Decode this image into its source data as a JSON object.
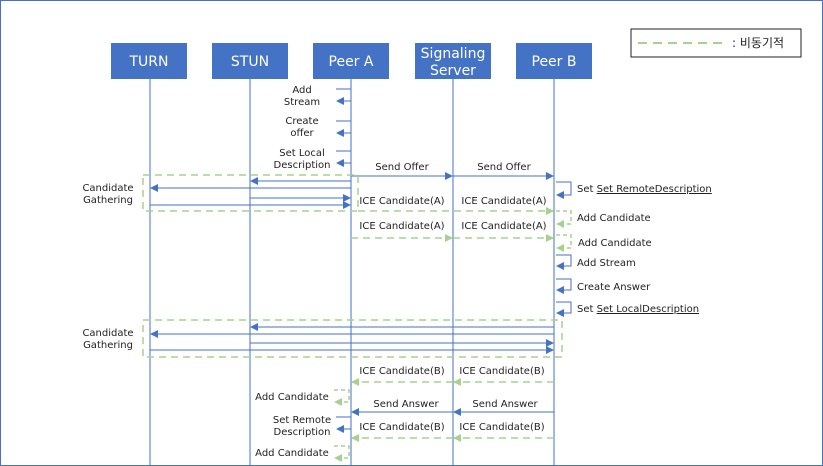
{
  "participants": [
    {
      "id": "turn",
      "label": "TURN"
    },
    {
      "id": "stun",
      "label": "STUN"
    },
    {
      "id": "peer_a",
      "label": "Peer A"
    },
    {
      "id": "signaling",
      "label_lines": [
        "Signaling",
        "Server"
      ]
    },
    {
      "id": "peer_b",
      "label": "Peer B"
    }
  ],
  "legend": {
    "label": ": 비동기적"
  },
  "colors": {
    "header": "#4472c4",
    "arrow": "#4472c4",
    "async": "#a9d18e",
    "frame": "#4472c4"
  },
  "peer_a_self": {
    "add_stream": [
      "Add",
      "Stream"
    ],
    "create_offer": [
      "Create",
      "offer"
    ],
    "set_local": [
      "Set Local",
      "Description"
    ],
    "add_candidate_1": "Add Candidate",
    "set_remote": [
      "Set Remote",
      "Description"
    ],
    "add_candidate_2": "Add Candidate"
  },
  "peer_b_self": {
    "set_remote": "Set RemoteDescription",
    "add_candidate_1": "Add Candidate",
    "add_candidate_2": "Add Candidate",
    "add_stream": "Add Stream",
    "create_answer": "Create Answer",
    "set_local": "Set LocalDescription"
  },
  "gathering": {
    "label_lines": [
      "Candidate",
      "Gathering"
    ]
  },
  "messages": {
    "send_offer": "Send Offer",
    "send_answer": "Send Answer",
    "ice_a": "ICE Candidate(A)",
    "ice_b": "ICE Candidate(B)"
  }
}
